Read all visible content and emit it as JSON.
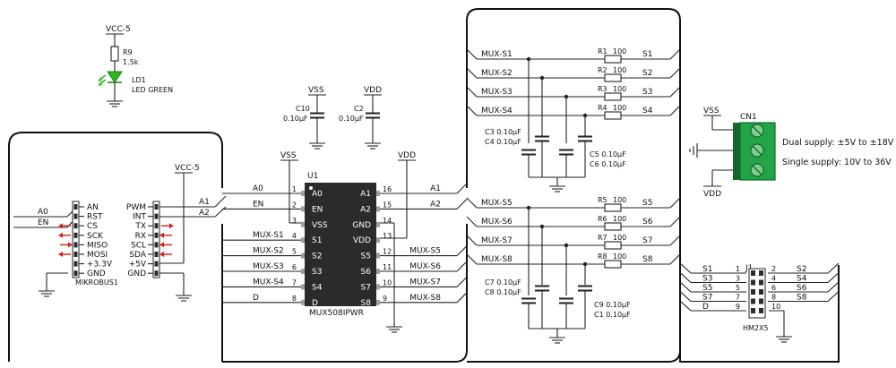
{
  "colors": {
    "wire": "#222222",
    "chip_fill": "#2b2b2b",
    "chip_text": "#ffffff",
    "pin_gray": "#a0a0a0",
    "led_green": "#2db81f",
    "arrow_red": "#d0201c",
    "terminal_green": "#21a547",
    "terminal_dark": "#13672c"
  },
  "power": {
    "vcc5": "VCC-5",
    "vss": "VSS",
    "vdd": "VDD"
  },
  "led_section": {
    "resistor_ref": "R9",
    "resistor_val": "1.5k",
    "led_ref": "LD1",
    "led_val": "LED GREEN"
  },
  "decoupling": {
    "c10_ref": "C10",
    "c10_val": "0.10µF",
    "c2_ref": "C2",
    "c2_val": "0.10µF"
  },
  "mikrobus": {
    "name": "MIKROBUS1",
    "left_labels": [
      "AN",
      "RST",
      "CS",
      "SCK",
      "MISO",
      "MOSI",
      "+3.3V",
      "GND"
    ],
    "right_labels": [
      "PWM",
      "INT",
      "TX",
      "RX",
      "SCL",
      "SDA",
      "+5V",
      "GND"
    ],
    "net_a0": "A0",
    "net_en": "EN",
    "net_a1": "A1",
    "net_a2": "A2"
  },
  "mux_ic": {
    "ref": "U1",
    "part": "MUX508IPWR",
    "left_pins": [
      {
        "num": "1",
        "name": "A0"
      },
      {
        "num": "2",
        "name": "EN"
      },
      {
        "num": "3",
        "name": "VSS"
      },
      {
        "num": "4",
        "name": "S1"
      },
      {
        "num": "5",
        "name": "S2"
      },
      {
        "num": "6",
        "name": "S3"
      },
      {
        "num": "7",
        "name": "S4"
      },
      {
        "num": "8",
        "name": "D"
      }
    ],
    "right_pins": [
      {
        "num": "16",
        "name": "A1"
      },
      {
        "num": "15",
        "name": "A2"
      },
      {
        "num": "14",
        "name": "GND"
      },
      {
        "num": "13",
        "name": "VDD"
      },
      {
        "num": "12",
        "name": "S5"
      },
      {
        "num": "11",
        "name": "S6"
      },
      {
        "num": "10",
        "name": "S7"
      },
      {
        "num": "9",
        "name": "S8"
      }
    ],
    "left_nets": [
      "A0",
      "EN",
      "",
      "MUX-S1",
      "MUX-S2",
      "MUX-S3",
      "MUX-S4",
      "D"
    ],
    "right_nets": [
      "A1",
      "A2",
      "",
      "",
      "MUX-S5",
      "MUX-S6",
      "MUX-S7",
      "MUX-S8"
    ]
  },
  "resistor_array": {
    "rows": [
      {
        "net": "MUX-S1",
        "ref": "R1",
        "val": "100",
        "out": "S1"
      },
      {
        "net": "MUX-S2",
        "ref": "R2",
        "val": "100",
        "out": "S2"
      },
      {
        "net": "MUX-S3",
        "ref": "R3",
        "val": "100",
        "out": "S3"
      },
      {
        "net": "MUX-S4",
        "ref": "R4",
        "val": "100",
        "out": "S4"
      },
      {
        "net": "MUX-S5",
        "ref": "R5",
        "val": "100",
        "out": "S5"
      },
      {
        "net": "MUX-S6",
        "ref": "R6",
        "val": "100",
        "out": "S6"
      },
      {
        "net": "MUX-S7",
        "ref": "R7",
        "val": "100",
        "out": "S7"
      },
      {
        "net": "MUX-S8",
        "ref": "R8",
        "val": "100",
        "out": "S8"
      }
    ],
    "caps_top_left": [
      "C3  0.10µF",
      "C4  0.10µF"
    ],
    "caps_top_right": [
      "C5  0.10µF",
      "C6  0.10µF"
    ],
    "caps_bottom_left": [
      "C7  0.10µF",
      "C8  0.10µF"
    ],
    "caps_bottom_right": [
      "C9  0.10µF",
      "C1  0.10µF"
    ]
  },
  "terminal": {
    "ref": "CN1",
    "dual_supply": "Dual supply: ±5V to ±18V",
    "single_supply": "Single supply: 10V to 36V"
  },
  "header": {
    "ref": "J1",
    "part": "HM2X5",
    "left_labels": [
      "S1",
      "S3",
      "S5",
      "S7",
      "D"
    ],
    "right_labels": [
      "S2",
      "S4",
      "S6",
      "S8",
      ""
    ],
    "left_nums": [
      "1",
      "3",
      "5",
      "7",
      "9"
    ],
    "right_nums": [
      "2",
      "4",
      "6",
      "8",
      "10"
    ]
  }
}
